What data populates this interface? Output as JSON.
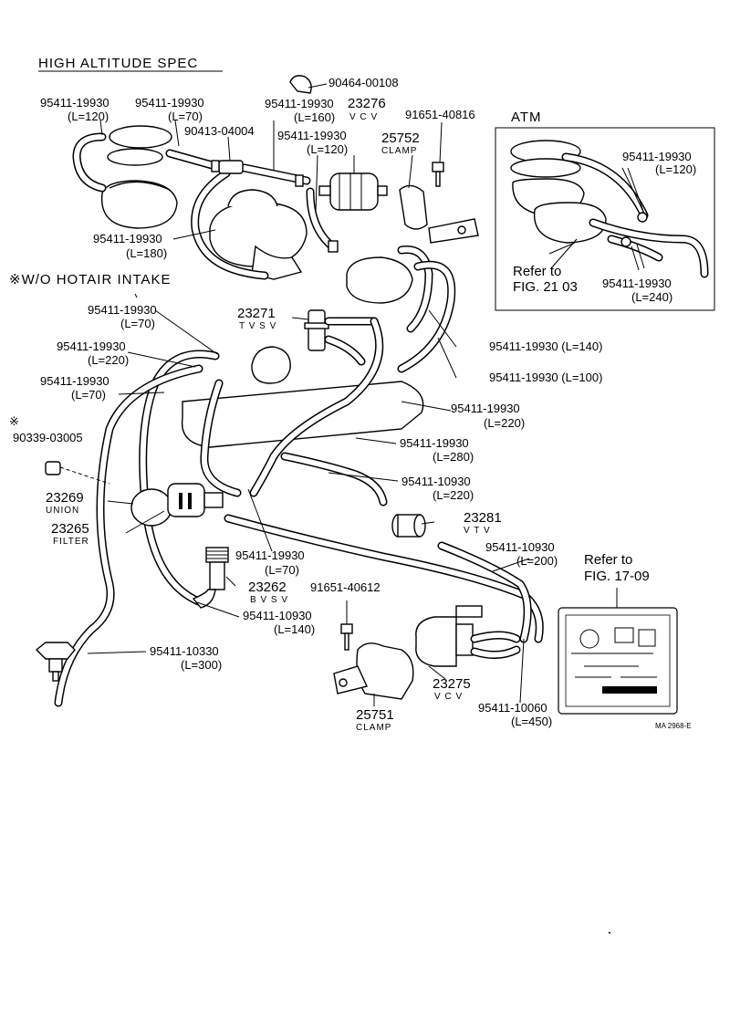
{
  "headers": {
    "high_altitude": "HIGH  ALTITUDE  SPEC",
    "wo_hotair": "※W/O HOTAIR  INTAKE",
    "atm": "ATM",
    "code": "MA  2968-E"
  },
  "refs": {
    "fig_2103_a": "Refer to",
    "fig_2103_b": "FIG. 21 03",
    "fig_1709_a": "Refer to",
    "fig_1709_b": "FIG. 17-09"
  },
  "labels": {
    "p90464": "90464-00108",
    "h120a_pn": "95411-19930",
    "h120a_len": "(L=120)",
    "h70a_pn": "95411-19930",
    "h70a_len": "(L=70)",
    "h160_pn": "95411-19930",
    "h160_len": "(L=160)",
    "vcv1_num": "23276",
    "vcv1_sub": "V C V",
    "p91651a": "91651-40816",
    "p90413": "90413-04004",
    "h120b_pn": "95411-19930",
    "h120b_len": "(L=120)",
    "clamp1_num": "25752",
    "clamp1_sub": "CLAMP",
    "h180_pn": "95411-19930",
    "h180_len": "(L=180)",
    "atm_h120_pn": "95411-19930",
    "atm_h120_len": "(L=120)",
    "atm_h240_pn": "95411-19930",
    "atm_h240_len": "(L=240)",
    "h70b_pn": "95411-19930",
    "h70b_len": "(L=70)",
    "tvsv_num": "23271",
    "tvsv_sub": "T V S V",
    "h220a_pn": "95411-19930",
    "h220a_len": "(L=220)",
    "h140a": "95411-19930 (L=140)",
    "h100": "95411-19930 (L=100)",
    "h70c_pn": "95411-19930",
    "h70c_len": "(L=70)",
    "h220b_pn": "95411-19930",
    "h220b_len": "(L=220)",
    "p90339_mark": "※",
    "p90339": "90339-03005",
    "h280_pn": "95411-19930",
    "h280_len": "(L=280)",
    "h220c_pn": "95411-10930",
    "h220c_len": "(L=220)",
    "union_num": "23269",
    "union_sub": "UNION",
    "filter_num": "23265",
    "filter_sub": "FILTER",
    "vtv_num": "23281",
    "vtv_sub": "V T V",
    "h200_pn": "95411-10930",
    "h200_len": "(L=200)",
    "h70d_pn": "95411-19930",
    "h70d_len": "(L=70)",
    "bvsv_num": "23262",
    "bvsv_sub": "B V S V",
    "p91651b": "91651-40612",
    "h140b_pn": "95411-10930",
    "h140b_len": "(L=140)",
    "h300_pn": "95411-10330",
    "h300_len": "(L=300)",
    "vcv2_num": "23275",
    "vcv2_sub": "V C V",
    "clamp2_num": "25751",
    "clamp2_sub": "CLAMP",
    "h450_pn": "95411-10060",
    "h450_len": "(L=450)"
  }
}
